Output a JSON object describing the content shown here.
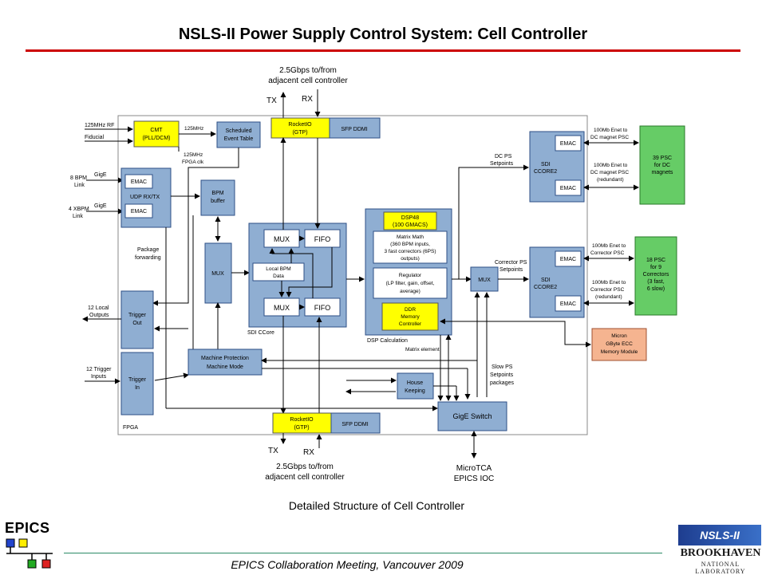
{
  "slide": {
    "title": "NSLS-II Power Supply Control System: Cell Controller",
    "caption": "Detailed Structure of Cell Controller",
    "footer": "EPICS Collaboration Meeting, Vancouver 2009"
  },
  "logos": {
    "epics": "EPICS",
    "nsls": "NSLS-II",
    "bnl": "BROOKHAVEN",
    "bnl_sub": "NATIONAL LABORATORY"
  },
  "top": {
    "link1": "2.5Gbps to/from",
    "link2": "adjacent cell controller",
    "tx": "TX",
    "rx": "RX"
  },
  "bottom": {
    "tx": "TX",
    "rx": "RX",
    "link1": "2.5Gbps to/from",
    "link2": "adjacent cell controller",
    "ioc1": "MicroTCA",
    "ioc2": "EPICS IOC"
  },
  "inputs": {
    "rf": "125MHz RF",
    "fiducial": "Fiducial",
    "bpm1": "8 BPM",
    "bpm2": "Link",
    "gige1": "GigE",
    "xbpm1": "4 XBPM",
    "xbpm2": "Link",
    "gige2": "GigE",
    "outputs1": "12 Local",
    "outputs2": "Outputs",
    "trig1": "12 Trigger",
    "trig2": "Inputs"
  },
  "blocks": {
    "cmt1": "CMT",
    "cmt2": "(PLL/DCM)",
    "clk125": "125MHz",
    "fpgaclk1": "125MHz",
    "fpgaclk2": "FPGA clk",
    "sched1": "Scheduled",
    "sched2": "Event Table",
    "rio_top1": "RocketIO",
    "rio_top2": "(GTP)",
    "sfp_top": "SFP DDMI",
    "emac1": "EMAC",
    "udp": "UDP RX/TX",
    "emac2": "EMAC",
    "bpmbuf1": "BPM",
    "bpmbuf2": "buffer",
    "pkg1": "Package",
    "pkg2": "forwarding",
    "mux_left": "MUX",
    "mux1": "MUX",
    "fifo1": "FIFO",
    "localbpm1": "Local BPM",
    "localbpm2": "Data",
    "mux2": "MUX",
    "fifo2": "FIFO",
    "sdi_ccore": "SDI CCore",
    "dsp48_1": "DSP48",
    "dsp48_2": "(100 GMACS)",
    "mm1": "Matrix Math",
    "mm2": "(360 BPM inputs,",
    "mm3": "3 fast correctors (6PS)",
    "mm4": "outputs)",
    "reg1": "Regulator",
    "reg2": "(LP filter, gain, offset,",
    "reg3": "average)",
    "ddr1": "DDR",
    "ddr2": "Memory",
    "ddr3": "Controller",
    "dspcalc": "DSP Calculation",
    "matrix_el": "Matrix element",
    "dcps1": "DC PS",
    "dcps2": "Setpoints",
    "corrps1": "Corrector PS",
    "corrps2": "Setpoints",
    "mux_right": "MUX",
    "sdi_a1": "SDI",
    "sdi_a2": "CCORE2",
    "emac_a1": "EMAC",
    "emac_a2": "EMAC",
    "sdi_b1": "SDI",
    "sdi_b2": "CCORE2",
    "emac_b1": "EMAC",
    "emac_b2": "EMAC",
    "enetA1_1": "100Mb Enet to",
    "enetA1_2": "DC magnet PSC",
    "enetA2_1": "100Mb Enet to",
    "enetA2_2": "DC magnet PSC",
    "enetA2_3": "(redundant)",
    "enetB1_1": "100Mb Enet to",
    "enetB1_2": "Corrector PSC",
    "enetB2_1": "100Mb Enet to",
    "enetB2_2": "Corrector PSC",
    "enetB2_3": "(redundant)",
    "psc39_1": "39 PSC",
    "psc39_2": "for DC",
    "psc39_3": "magnets",
    "psc18_1": "18 PSC",
    "psc18_2": "for 9",
    "psc18_3": "Correctors",
    "psc18_4": "(3 fast,",
    "psc18_5": "6 slow)",
    "micron1": "Micron",
    "micron2": "GByte ECC",
    "micron3": "Memory Module",
    "trigout1": "Trigger",
    "trigout2": "Out",
    "trigin1": "Trigger",
    "trigin2": "In",
    "mp1": "Machine Protection",
    "mp2": "Machine Mode",
    "hk1": "House",
    "hk2": "Keeping",
    "slowps1": "Slow PS",
    "slowps2": "Setpoints",
    "slowps3": "packages",
    "gige_switch": "GigE Switch",
    "rio_bot1": "RocketIO",
    "rio_bot2": "(GTP)",
    "sfp_bot": "SFP DDMI",
    "fpga": "FPGA"
  },
  "colors": {
    "block_fill": "#8faed2",
    "rocketio_fill": "#ffff00",
    "psc_fill": "#66cc66",
    "memory_fill": "#f5b490",
    "title_rule": "#cc0000"
  }
}
